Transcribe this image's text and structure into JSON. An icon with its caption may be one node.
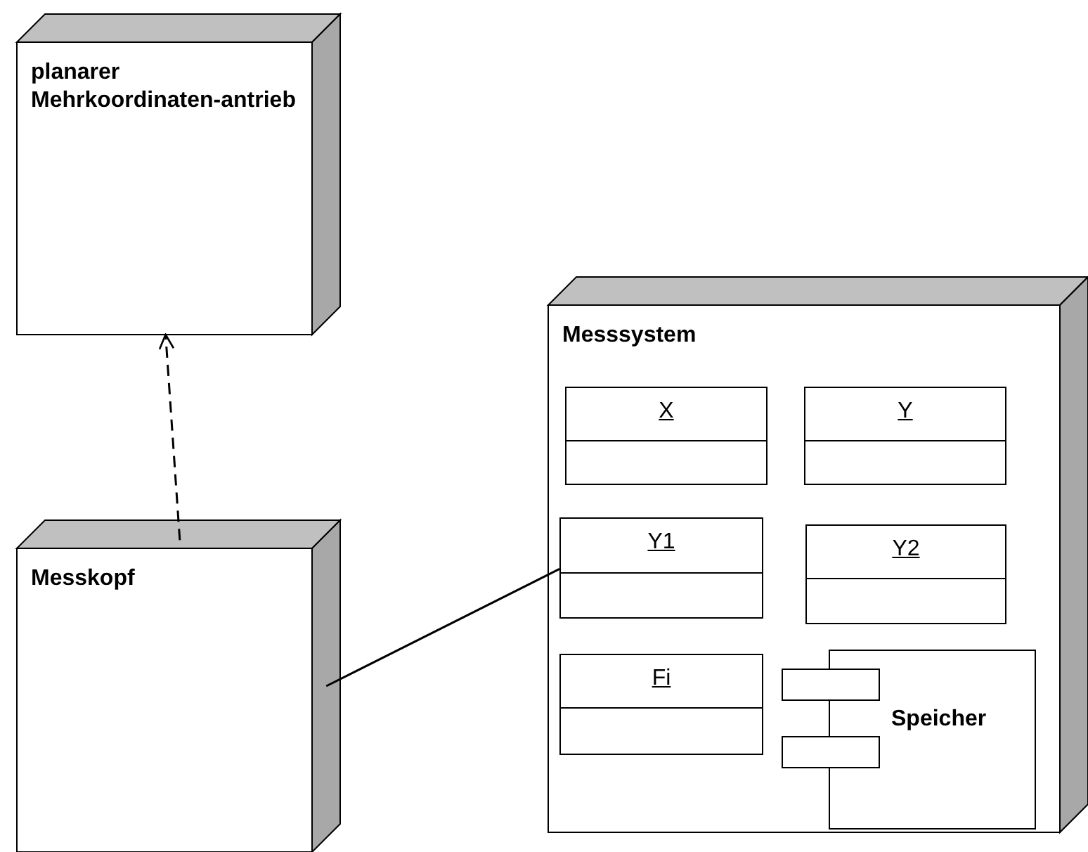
{
  "diagram": {
    "nodes": [
      {
        "text": [
          "planarer Mehrkoordinaten-antrieb"
        ]
      },
      {
        "text": [
          "Messkopf"
        ]
      },
      {
        "text": [
          "Messsystem"
        ]
      },
      {
        "text": [
          "X"
        ],
        "in": 2
      },
      {
        "text": [
          "Y"
        ],
        "in": 2
      },
      {
        "text": [
          "Y1"
        ],
        "in": 2
      },
      {
        "text": [
          "Y2"
        ],
        "in": 2
      },
      {
        "text": [
          "Fi"
        ],
        "in": 2
      },
      {
        "text": [
          "Speicher"
        ],
        "in": 2
      }
    ],
    "edges": [
      {
        "from": 1,
        "to": 0,
        "arrow": "to",
        "style": "dashed"
      },
      {
        "from": 1,
        "to": 5,
        "arrow": "none"
      }
    ]
  }
}
